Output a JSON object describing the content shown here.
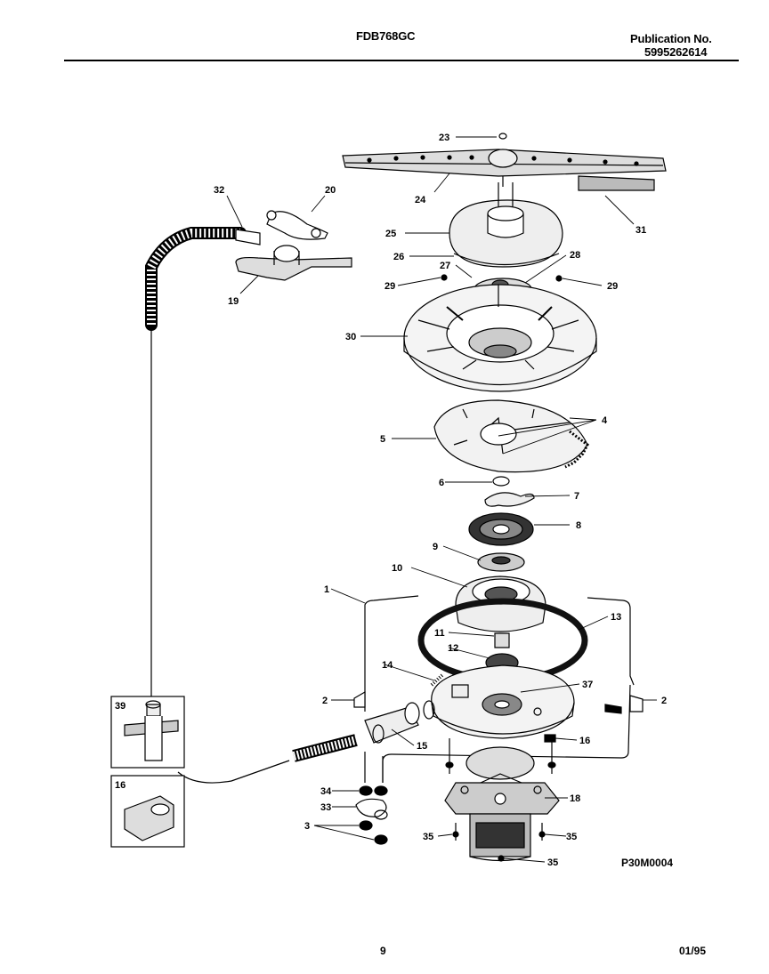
{
  "header": {
    "model": "FDB768GC",
    "publication_label": "Publication No.",
    "publication_number": "5995262614"
  },
  "diagram": {
    "drawing_code": "P30M0004",
    "callouts": {
      "c23": "23",
      "c24": "24",
      "c31": "31",
      "c32": "32",
      "c20": "20",
      "c19": "19",
      "c25": "25",
      "c26": "26",
      "c27": "27",
      "c28": "28",
      "c29a": "29",
      "c29b": "29",
      "c30": "30",
      "c4": "4",
      "c5": "5",
      "c6": "6",
      "c7": "7",
      "c8": "8",
      "c9": "9",
      "c10": "10",
      "c1": "1",
      "c13": "13",
      "c11": "11",
      "c12": "12",
      "c14": "14",
      "c37": "37",
      "c2a": "2",
      "c2b": "2",
      "c15": "15",
      "c16": "16",
      "c39": "39",
      "c16b": "16",
      "c34": "34",
      "c33": "33",
      "c3": "3",
      "c18": "18",
      "c35a": "35",
      "c35b": "35",
      "c35c": "35"
    }
  },
  "footer": {
    "page": "9",
    "date": "01/95"
  }
}
